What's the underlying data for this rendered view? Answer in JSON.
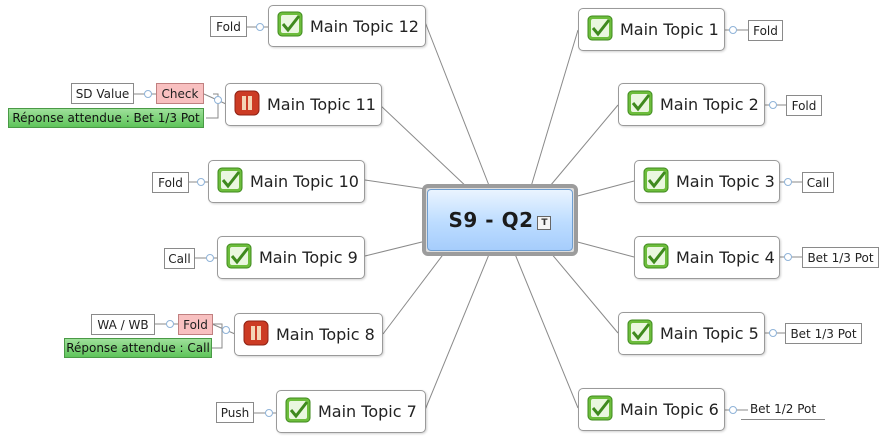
{
  "central_topic": {
    "title": "S9 - Q2",
    "note_icon": "T"
  },
  "topics": [
    {
      "name": "Main Topic 12",
      "icon": "check-icon",
      "labels": [
        "Fold"
      ]
    },
    {
      "name": "Main Topic 11",
      "icon": "pause-icon",
      "labels": [
        "Check",
        "SD Value",
        "Réponse attendue : Bet 1/3 Pot"
      ]
    },
    {
      "name": "Main Topic 10",
      "icon": "check-icon",
      "labels": [
        "Fold"
      ]
    },
    {
      "name": "Main Topic 9",
      "icon": "check-icon",
      "labels": [
        "Call"
      ]
    },
    {
      "name": "Main Topic 8",
      "icon": "pause-icon",
      "labels": [
        "Fold",
        "WA / WB",
        "Réponse attendue : Call"
      ]
    },
    {
      "name": "Main Topic 7",
      "icon": "check-icon",
      "labels": [
        "Push"
      ]
    },
    {
      "name": "Main Topic 1",
      "icon": "check-icon",
      "labels": [
        "Fold"
      ]
    },
    {
      "name": "Main Topic 2",
      "icon": "check-icon",
      "labels": [
        "Fold"
      ]
    },
    {
      "name": "Main Topic 3",
      "icon": "check-icon",
      "labels": [
        "Call"
      ]
    },
    {
      "name": "Main Topic 4",
      "icon": "check-icon",
      "labels": [
        "Bet 1/3 Pot"
      ]
    },
    {
      "name": "Main Topic 5",
      "icon": "check-icon",
      "labels": [
        "Bet 1/3 Pot"
      ]
    },
    {
      "name": "Main Topic 6",
      "icon": "check-icon",
      "labels": [
        "Bet 1/2 Pot"
      ]
    }
  ],
  "colors": {
    "check_icon": "#6dbd3c",
    "pause_icon": "#cc3b24",
    "central_fill": "#bcdcff",
    "action_red": "#f8c0c0",
    "answer_green": "#5ec45a"
  }
}
